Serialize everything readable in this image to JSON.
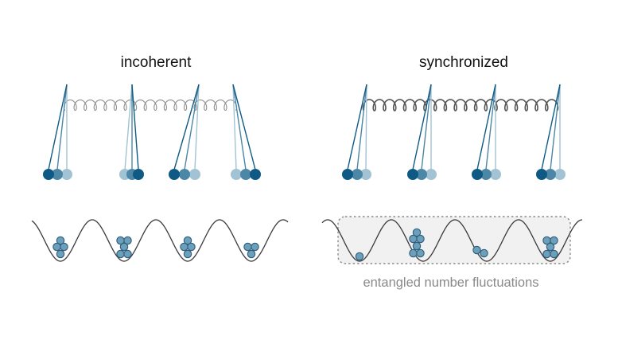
{
  "panels": {
    "left": {
      "title": "incoherent",
      "caption": ""
    },
    "right": {
      "title": "synchronized",
      "caption": "entangled number fluctuations"
    }
  },
  "colors": {
    "dark_blue": "#0f5a84",
    "mid_blue": "#4c87a5",
    "light_blue": "#a2c3d3",
    "atom_fill": "#6b9fbb",
    "atom_stroke": "#2f5e78",
    "spring_incoherent": "#8e8e8e",
    "spring_synchronized": "#555555",
    "potential_line": "#3a3a3a",
    "entangled_box_fill": "#f1f1f1",
    "entangled_box_stroke": "#8a8a8a"
  },
  "atoms_per_well": {
    "incoherent": [
      4,
      5,
      4,
      3
    ],
    "synchronized": [
      1,
      6,
      2,
      5
    ]
  }
}
